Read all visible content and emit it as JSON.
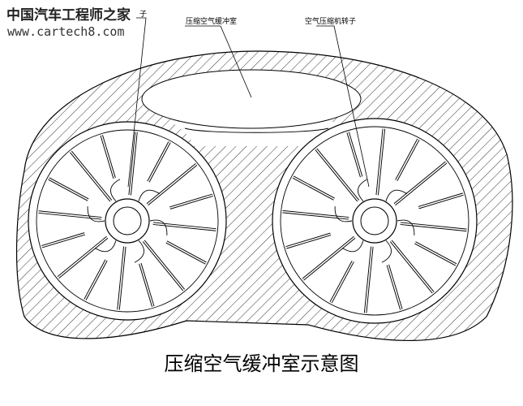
{
  "watermark": {
    "site_name": "中国汽车工程师之家",
    "url": "www.cartech8.com"
  },
  "labels": {
    "left_rotor_fragment": "子",
    "buffer_chamber": "压缩空气缓冲室",
    "right_rotor": "空气压缩机转子"
  },
  "caption": "压缩空气缓冲室示意图",
  "colors": {
    "line": "#000000",
    "background": "#ffffff"
  }
}
